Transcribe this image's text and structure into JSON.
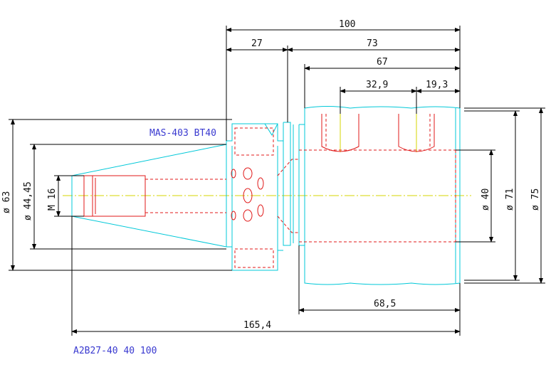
{
  "dimensions": {
    "total_length_top": "100",
    "flange_width": "27",
    "body_length": "73",
    "shell_length": "67",
    "bore_spacing": "32,9",
    "bore_offset": "19,3",
    "bottom_shell_length": "68,5",
    "total_length_bottom": "165,4",
    "dia_63": "ø 63",
    "dia_44_45": "ø 44,45",
    "thread_m16": "M 16",
    "dia_40": "ø 40",
    "dia_71": "ø 71",
    "dia_75": "ø 75"
  },
  "labels": {
    "taper_standard": "MAS-403  BT40",
    "part_number": "A2B27-40  40  100"
  },
  "colors": {
    "outline": "#00c8d8",
    "hidden": "#e01818",
    "centerline": "#d4d400",
    "dimension": "#000000",
    "annotation": "#3a3ad0"
  }
}
